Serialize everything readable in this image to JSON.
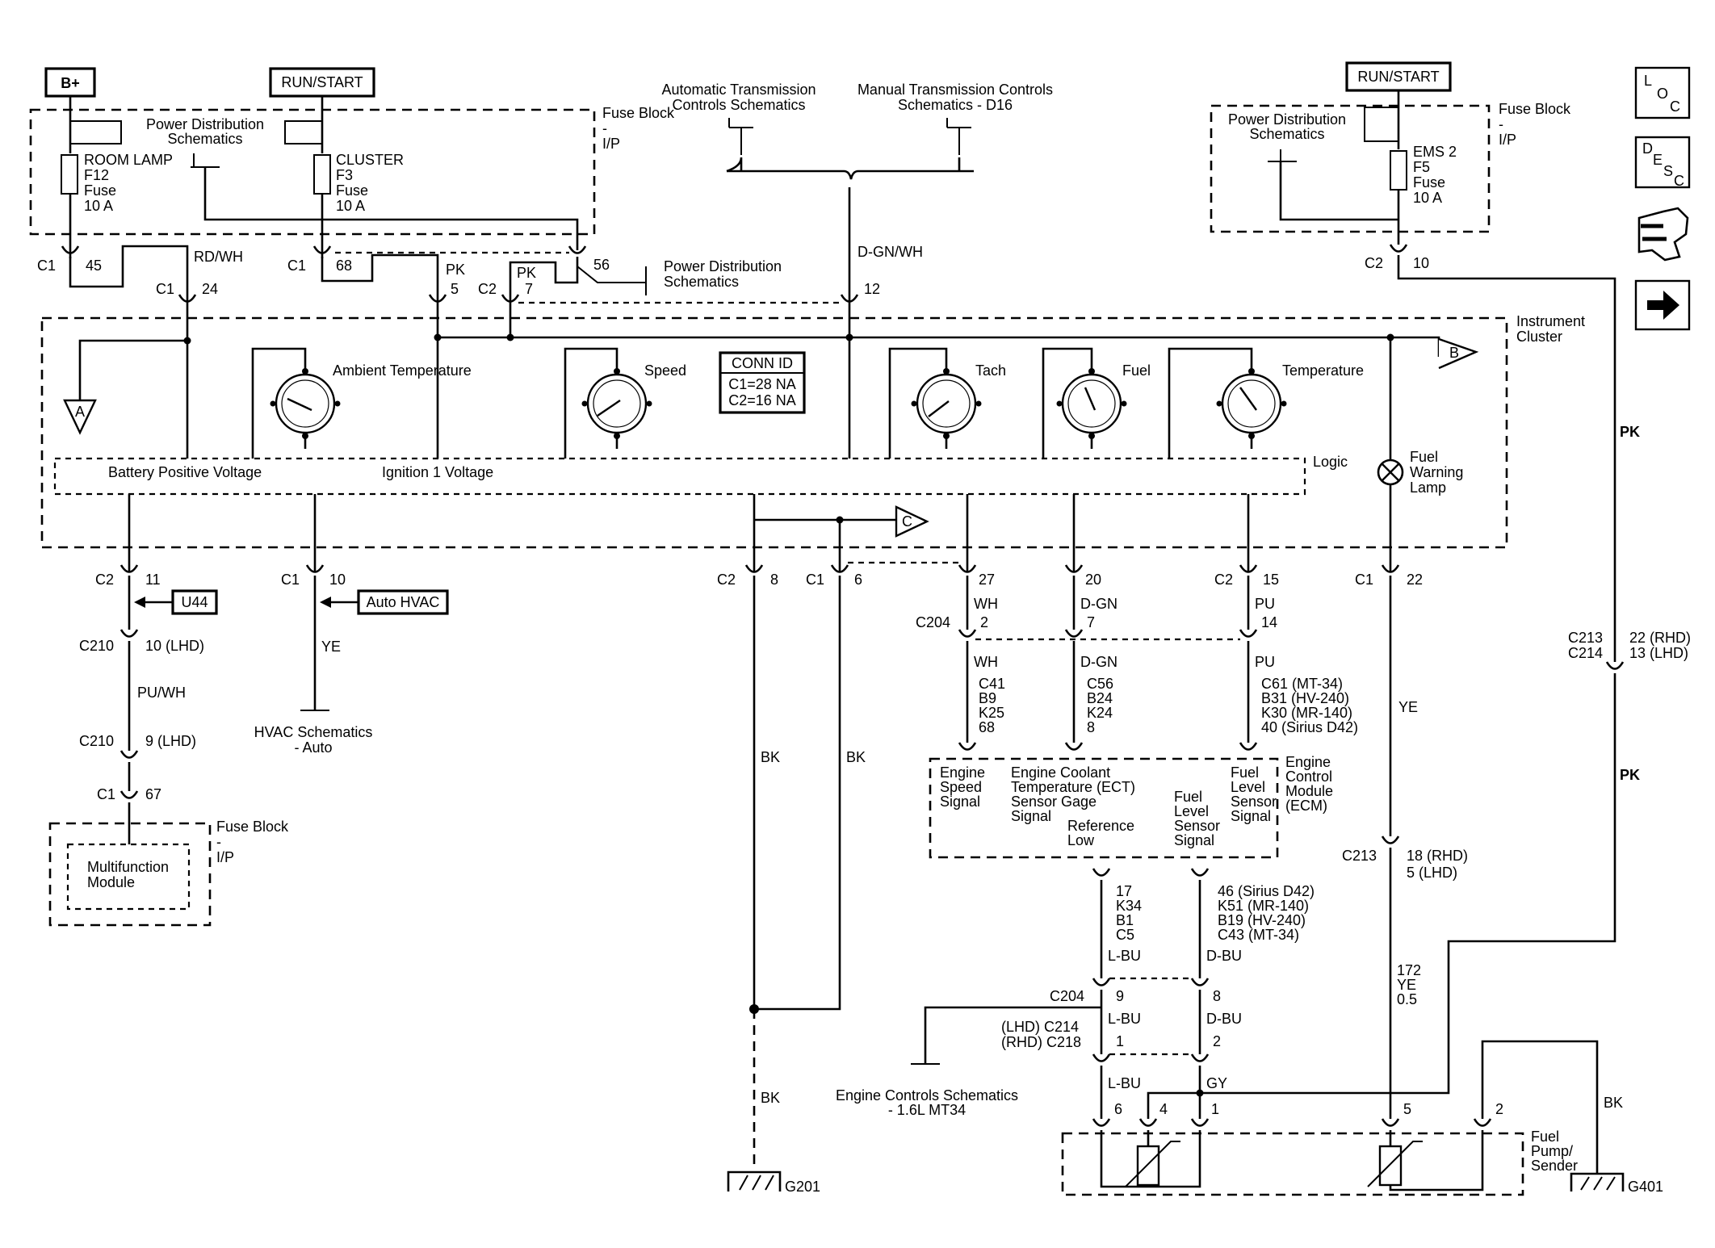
{
  "power_sources": {
    "battery": "B+",
    "run_start_left": "RUN/START",
    "run_start_right": "RUN/START"
  },
  "fuse_block_left": {
    "label": "Fuse Block - I/P",
    "pds_label": "Power Distribution Schematics",
    "fuse_room": {
      "name": "ROOM LAMP",
      "id": "F12",
      "type": "Fuse",
      "rating": "10 A"
    },
    "fuse_cluster": {
      "name": "CLUSTER",
      "id": "F3",
      "type": "Fuse",
      "rating": "10 A"
    }
  },
  "fuse_block_right": {
    "label": "Fuse Block - I/P",
    "pds_label": "Power Distribution Schematics",
    "fuse": {
      "name": "EMS 2",
      "id": "F5",
      "type": "Fuse",
      "rating": "10 A"
    }
  },
  "references": {
    "auto_trans": "Automatic Transmission Controls Schematics",
    "manual_trans": "Manual Transmission Controls Schematics - D16",
    "pds_56": "Power Distribution Schematics",
    "hvac": "HVAC Schematics - Auto",
    "engine_controls": "Engine Controls Schematics - 1.6L MT34"
  },
  "cluster": {
    "label": "Instrument Cluster",
    "gauges": {
      "ambient": "Ambient Temperature",
      "speed": "Speed",
      "tach": "Tach",
      "fuel": "Fuel",
      "temperature": "Temperature"
    },
    "conn_id": {
      "title": "CONN ID",
      "c1": "C1=28 NA",
      "c2": "C2=16 NA"
    },
    "logic": {
      "label": "Logic",
      "battery": "Battery Positive Voltage",
      "ignition": "Ignition 1 Voltage"
    },
    "lamp": "Fuel Warning Lamp"
  },
  "offpage": {
    "a": "A",
    "b": "B",
    "c": "C"
  },
  "options": {
    "u44": "U44",
    "auto_hvac": "Auto HVAC"
  },
  "mfm": {
    "label": "Multifunction Module",
    "fuse_block": "Fuse Block - I/P"
  },
  "ecm": {
    "label": "Engine Control Module (ECM)",
    "speed": "Engine Speed Signal",
    "ect": "Engine Coolant Temperature (ECT) Sensor Gage Signal",
    "ref_low": "Reference Low",
    "fuel_level": "Fuel Level Sensor Signal",
    "fuel_level2": "Fuel Level Sensor Signal"
  },
  "fuel_pump": "Fuel Pump/ Sender",
  "grounds": {
    "g201": "G201",
    "g401": "G401"
  },
  "connectors": {
    "c1_45": [
      "C1",
      "45"
    ],
    "c1_24": [
      "C1",
      "24"
    ],
    "c1_68": [
      "C1",
      "68"
    ],
    "pk_5": [
      "PK",
      "5"
    ],
    "c2_7": [
      "C2",
      "PK",
      "7"
    ],
    "c_56": "56",
    "c_12": "12",
    "c2_10_right": [
      "C2",
      "10"
    ],
    "c2_11": [
      "C2",
      "11"
    ],
    "c1_10": [
      "C1",
      "10"
    ],
    "c2_8": [
      "C2",
      "8"
    ],
    "c1_6": [
      "C1",
      "6"
    ],
    "c_27": "27",
    "c_20": "20",
    "c2_15": [
      "C2",
      "15"
    ],
    "c1_22": [
      "C1",
      "22"
    ],
    "c210_a": [
      "C210",
      "10 (LHD)"
    ],
    "c210_b": [
      "C210",
      "9 (LHD)"
    ],
    "c1_67": [
      "C1",
      "67"
    ],
    "c204_top": [
      "C204",
      "2",
      "7",
      "14"
    ],
    "ecm_speed_pins": [
      "C41",
      "B9",
      "K25",
      "68"
    ],
    "ecm_ect_pins": [
      "C56",
      "B24",
      "K24",
      "8"
    ],
    "ecm_fuel_pins": [
      "C61 (MT-34)",
      "B31 (HV-240)",
      "K30 (MR-140)",
      "40 (Sirius D42)"
    ],
    "ecm_reflow_pins": [
      "17",
      "K34",
      "B1",
      "C5"
    ],
    "ecm_sig_pins": [
      "46 (Sirius D42)",
      "K51 (MR-140)",
      "B19 (HV-240)",
      "C43 (MT-34)"
    ],
    "c204_bot": [
      "C204",
      "9",
      "8"
    ],
    "c214": [
      "(LHD) C214",
      "(RHD) C218",
      "1",
      "2"
    ],
    "c213_top": [
      "C213",
      "C214",
      "22 (RHD)",
      "13 (LHD)"
    ],
    "c213_bot": [
      "C213",
      "18 (RHD)",
      "5 (LHD)"
    ],
    "wire_172": [
      "172",
      "YE",
      "0.5"
    ],
    "pump_pins": [
      "6",
      "4",
      "1",
      "5",
      "2"
    ]
  },
  "wires": {
    "rd_wh": "RD/WH",
    "dgn_wh": "D-GN/WH",
    "wh": "WH",
    "dgn": "D-GN",
    "pu": "PU",
    "pu_wh": "PU/WH",
    "ye": "YE",
    "bk": "BK",
    "pk": "PK",
    "lbu": "L-BU",
    "dbu": "D-BU",
    "gy": "GY"
  },
  "nav": {
    "loc": [
      "L",
      "O",
      "C"
    ],
    "desc": [
      "D",
      "E",
      "S",
      "C"
    ]
  }
}
